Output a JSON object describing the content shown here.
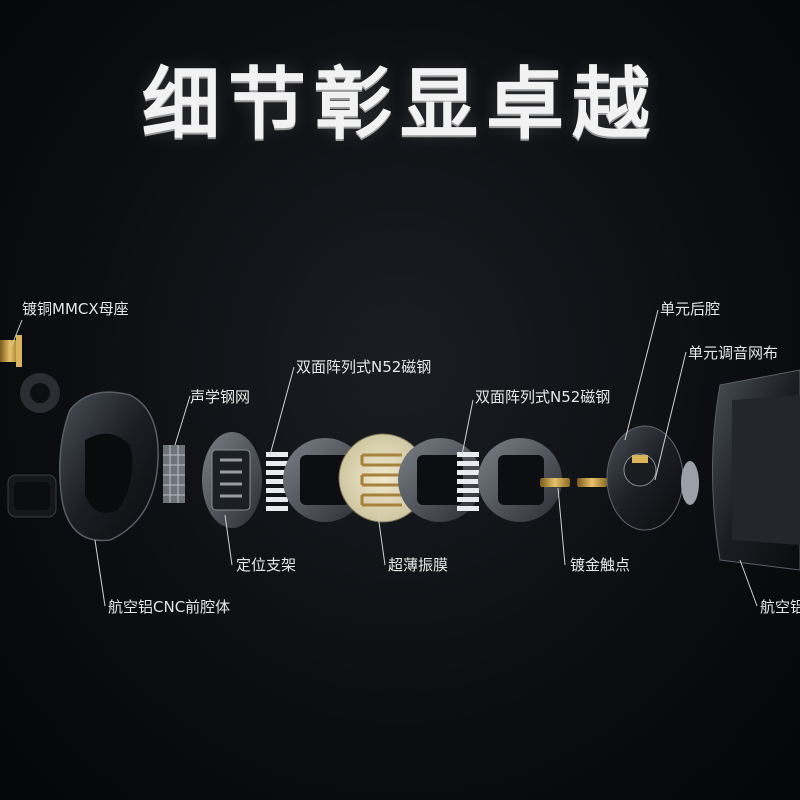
{
  "title": "细节彰显卓越",
  "labels": {
    "mmcx": "镀铜MMCX母座",
    "acoustic_mesh": "声学钢网",
    "magnet_left": "双面阵列式N52磁钢",
    "magnet_right": "双面阵列式N52磁钢",
    "rear_chamber": "单元后腔",
    "tuning_cloth": "单元调音网布",
    "bracket": "定位支架",
    "diaphragm": "超薄振膜",
    "gold_contacts": "镀金触点",
    "front_shell": "航空铝CNC前腔体",
    "rear_shell": "航空铝"
  }
}
